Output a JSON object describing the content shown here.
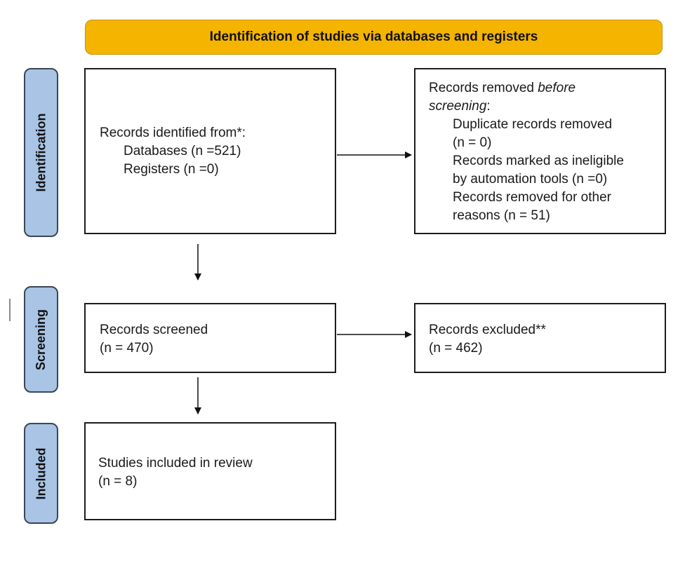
{
  "header": {
    "title": "Identification of studies via databases and registers"
  },
  "phases": {
    "identification": "Identification",
    "screening": "Screening",
    "included": "Included"
  },
  "identified": {
    "heading": "Records identified from*:",
    "databases": "Databases (n =521)",
    "registers": "Registers (n =0)"
  },
  "removed": {
    "heading_prefix": "Records removed ",
    "heading_emph_1": "before",
    "heading_emph_2": "screening",
    "heading_suffix": ":",
    "duplicates_line1": "Duplicate records removed",
    "duplicates_line2": "(n = 0)",
    "ineligible_line1": "Records marked as ineligible",
    "ineligible_line2": "by automation tools (n =0)",
    "other_line1": "Records removed for other",
    "other_line2": "reasons (n = 51)"
  },
  "screened": {
    "label": "Records screened",
    "count": "(n = 470)"
  },
  "excluded": {
    "label": "Records excluded**",
    "count": "(n = 462)"
  },
  "included": {
    "label": "Studies included in review",
    "count": "(n = 8)"
  },
  "colors": {
    "header_fill": "#f4b400",
    "phase_fill": "#a9c4e5",
    "box_border": "#1c1c1c"
  }
}
